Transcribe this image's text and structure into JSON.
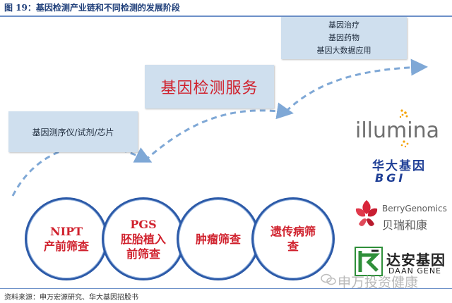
{
  "figure_title": "图 19：基因检测产业链和不同检测的发展阶段",
  "stages": [
    {
      "label": "基因测序仪/试剂/芯片"
    },
    {
      "label": "基因检测服务"
    },
    {
      "lines": [
        "基因治疗",
        "基因药物",
        "基因大数据应用"
      ]
    }
  ],
  "circles": [
    {
      "lines": [
        "NIPT",
        "产前筛查"
      ]
    },
    {
      "lines": [
        "PGS",
        "胚胎植入",
        "前筛查"
      ]
    },
    {
      "lines": [
        "肿瘤筛查"
      ]
    },
    {
      "lines": [
        "遗传病筛",
        "查"
      ]
    }
  ],
  "logos": {
    "illumina": "illumina",
    "bgi_cn": "华大基因",
    "bgi_en": "BGI",
    "berry_en": "BerryGenomics",
    "berry_cn": "贝瑞和康",
    "daan_cn": "达安基因",
    "daan_en": "DAAN GENE"
  },
  "watermark": "申万投资健康",
  "source": "资料来源：申万宏源研究、华大基因招股书",
  "colors": {
    "title": "#1f3f7a",
    "stage_box": "#cfdfee",
    "highlight_text": "#d0212d",
    "circle_border": "#2c5aa8",
    "arrow": "#7fa8d6"
  }
}
